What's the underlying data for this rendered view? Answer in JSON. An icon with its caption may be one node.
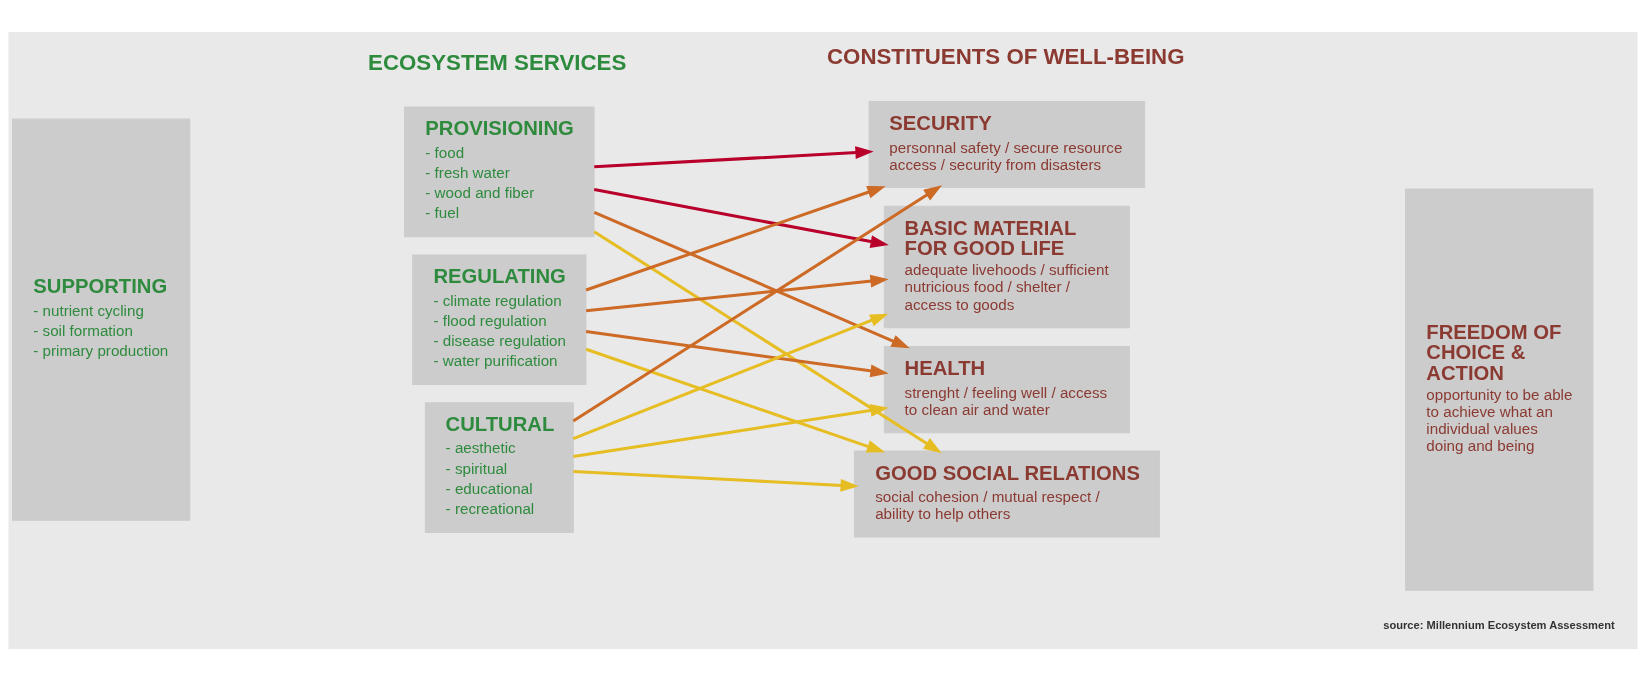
{
  "diagram": {
    "nodes": [
      {
        "text": [
          "SUPPORTING",
          "- nutrient cycling",
          "- soil formation",
          "- primary production"
        ]
      },
      {
        "text": [
          "PROVISIONING",
          "- food",
          "- fresh water",
          "- wood and fiber",
          "- fuel"
        ]
      },
      {
        "text": [
          "REGULATING",
          "- climate regulation",
          "- flood regulation",
          "- disease regulation",
          "- water purification"
        ]
      },
      {
        "text": [
          "CULTURAL",
          "- aesthetic",
          "- spiritual",
          "- educational",
          "- recreational"
        ]
      },
      {
        "text": [
          "SECURITY",
          "personnal safety / secure resource access / security from disasters"
        ]
      },
      {
        "text": [
          "BASIC MATERIAL FOR GOOD LIFE",
          "adequate livehoods / sufficient nutricious food / shelter / access to goods"
        ]
      },
      {
        "text": [
          "HEALTH",
          "strenght / feeling well / access to clean air and water"
        ]
      },
      {
        "text": [
          "GOOD SOCIAL RELATIONS",
          "social cohesion / mutual respect / ability to help others"
        ]
      },
      {
        "text": [
          "FREEDOM OF CHOICE & ACTION",
          "opportunity to be able to achieve what an individual values doing and being"
        ]
      }
    ],
    "edges": [
      {
        "from": 1,
        "to": 4,
        "arrow": "to",
        "color": "#b8002a"
      },
      {
        "from": 1,
        "to": 5,
        "arrow": "to",
        "color": "#b8002a"
      },
      {
        "from": 1,
        "to": 6,
        "arrow": "to",
        "color": "#cc6a26"
      },
      {
        "from": 1,
        "to": 7,
        "arrow": "to",
        "color": "#e6bd22"
      },
      {
        "from": 2,
        "to": 4,
        "arrow": "to",
        "color": "#cc6a26"
      },
      {
        "from": 2,
        "to": 5,
        "arrow": "to",
        "color": "#cc6a26"
      },
      {
        "from": 2,
        "to": 6,
        "arrow": "to",
        "color": "#cc6a26"
      },
      {
        "from": 2,
        "to": 7,
        "arrow": "to",
        "color": "#e6bd22"
      },
      {
        "from": 3,
        "to": 4,
        "arrow": "to",
        "color": "#cc6a26"
      },
      {
        "from": 3,
        "to": 5,
        "arrow": "to",
        "color": "#e6bd22"
      },
      {
        "from": 3,
        "to": 6,
        "arrow": "to",
        "color": "#e6bd22"
      },
      {
        "from": 3,
        "to": 7,
        "arrow": "to",
        "color": "#e6bd22"
      }
    ],
    "labels": [
      "ECOSYSTEM SERVICES",
      "CONSTITUENTS OF WELL-BEING",
      "source: Millennium Ecosystem Assessment"
    ]
  }
}
